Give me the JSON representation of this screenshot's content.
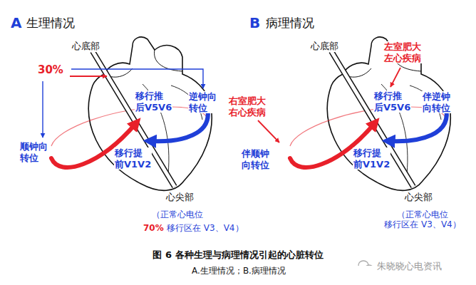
{
  "diagram": {
    "caption": "图 6 各种生理与病理情况引起的心脏转位",
    "labels": [
      "A",
      "生理情况",
      "心底部",
      "30%",
      "移行推 后V5V6",
      "逆钟向 转位",
      "顺钟向 转位",
      "移行提 前V1V2",
      "心尖部",
      "（正常心电位",
      "70%",
      "移行区在 V3、V4）",
      "B",
      "病理情况",
      "心底部",
      "左室肥大 左心疾病",
      "右室肥大 右心疾病",
      "移行推 后V5V6",
      "伴逆钟 向转位",
      "伴顺钟 向转位",
      "移行提 前V1V2",
      "心尖部",
      "（正常心电位 移行区在 V3、V4）",
      "A.生理情况；B.病理情况",
      "朱晓晓心电资讯"
    ]
  }
}
